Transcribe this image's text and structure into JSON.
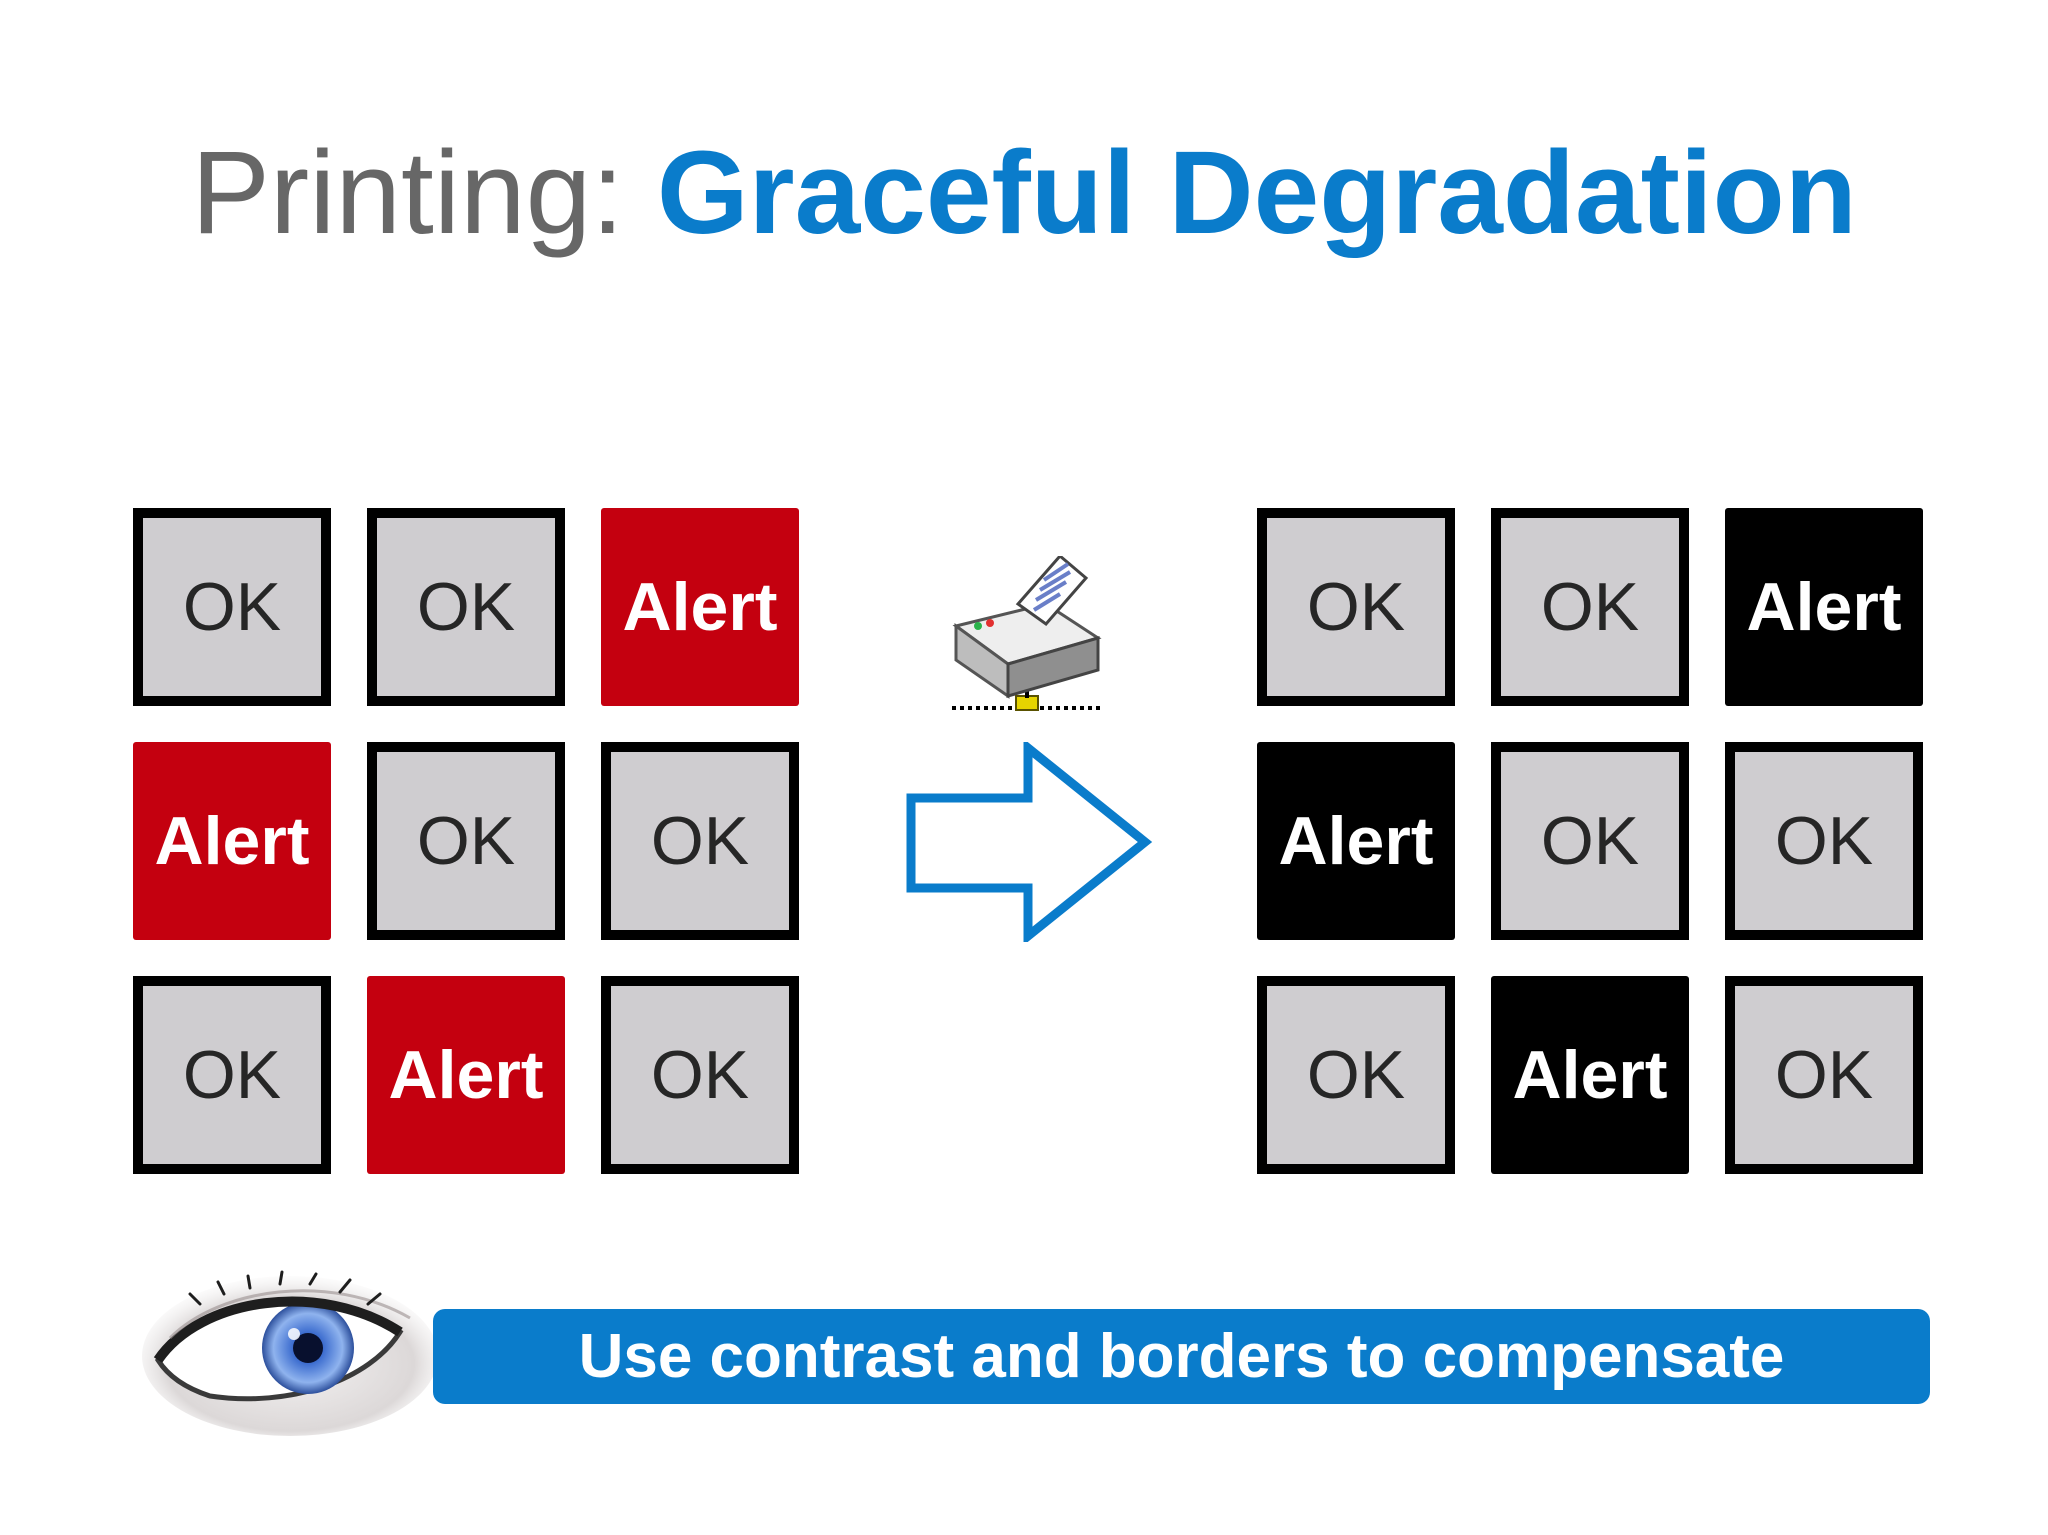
{
  "title": {
    "prefix": "Printing:",
    "main": "Graceful Degradation"
  },
  "colors": {
    "accent_blue": "#0a7ccb",
    "title_gray": "#676767",
    "ok_fill": "#cfcdd0",
    "alert_red": "#c4000f",
    "alert_black": "#000000"
  },
  "left_grid": {
    "alert_color": "#c4000f",
    "cells": [
      "OK",
      "OK",
      "Alert",
      "Alert",
      "OK",
      "OK",
      "OK",
      "Alert",
      "OK"
    ]
  },
  "right_grid": {
    "alert_color": "#000000",
    "cells": [
      "OK",
      "OK",
      "Alert",
      "Alert",
      "OK",
      "OK",
      "OK",
      "Alert",
      "OK"
    ]
  },
  "icons": {
    "printer": "printer-icon",
    "arrow": "arrow-right-icon",
    "eye": "eye-icon"
  },
  "banner": {
    "text": "Use contrast and borders to compensate"
  }
}
